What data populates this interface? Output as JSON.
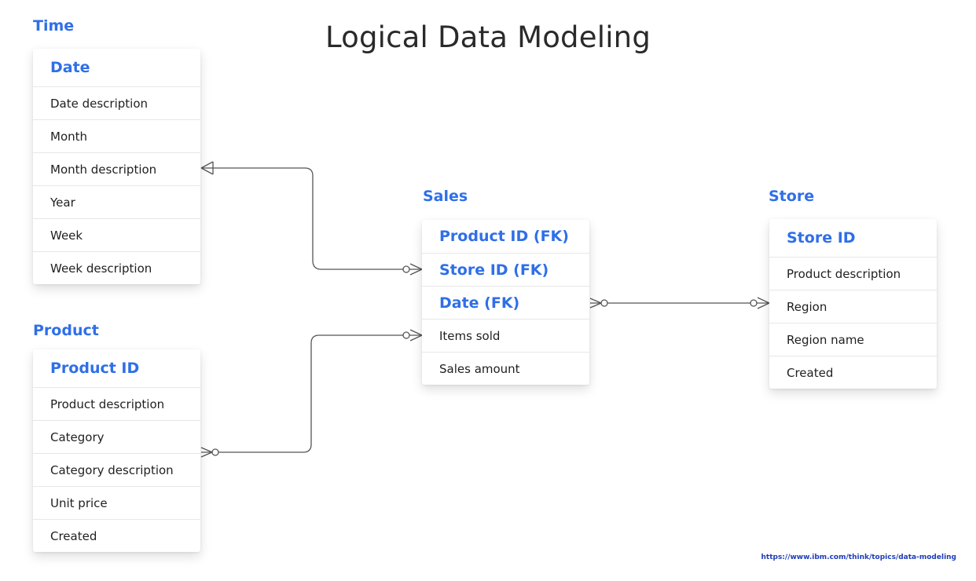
{
  "title": "Logical Data Modeling",
  "colors": {
    "accent": "#2f6fe8",
    "text": "#1f1f1f",
    "line": "#555555"
  },
  "entities": {
    "time": {
      "group": "Time",
      "key": "Date",
      "fields": [
        "Date description",
        "Month",
        "Month description",
        "Year",
        "Week",
        "Week description"
      ]
    },
    "product": {
      "group": "Product",
      "key": "Product ID",
      "fields": [
        "Product description",
        "Category",
        "Category description",
        "Unit price",
        "Created"
      ]
    },
    "sales": {
      "group": "Sales",
      "foreign_keys": [
        "Product ID (FK)",
        "Store ID (FK)",
        "Date (FK)"
      ],
      "fields": [
        "Items sold",
        "Sales amount"
      ]
    },
    "store": {
      "group": "Store",
      "key": "Store ID",
      "fields": [
        "Product description",
        "Region",
        "Region name",
        "Created"
      ]
    }
  },
  "relationships": [
    {
      "from": "time.Month description",
      "to": "sales.Store ID (FK)",
      "from_end": "one-and-only-one/many",
      "to_end": "zero-or-many"
    },
    {
      "from": "product.Category description",
      "to": "sales.Items sold",
      "from_end": "zero-or-many",
      "to_end": "zero-or-many"
    },
    {
      "from": "sales.Date (FK)",
      "to": "store.Region",
      "from_end": "zero-or-many",
      "to_end": "zero-or-many"
    }
  ],
  "source_url": "https://www.ibm.com/think/topics/data-modeling"
}
